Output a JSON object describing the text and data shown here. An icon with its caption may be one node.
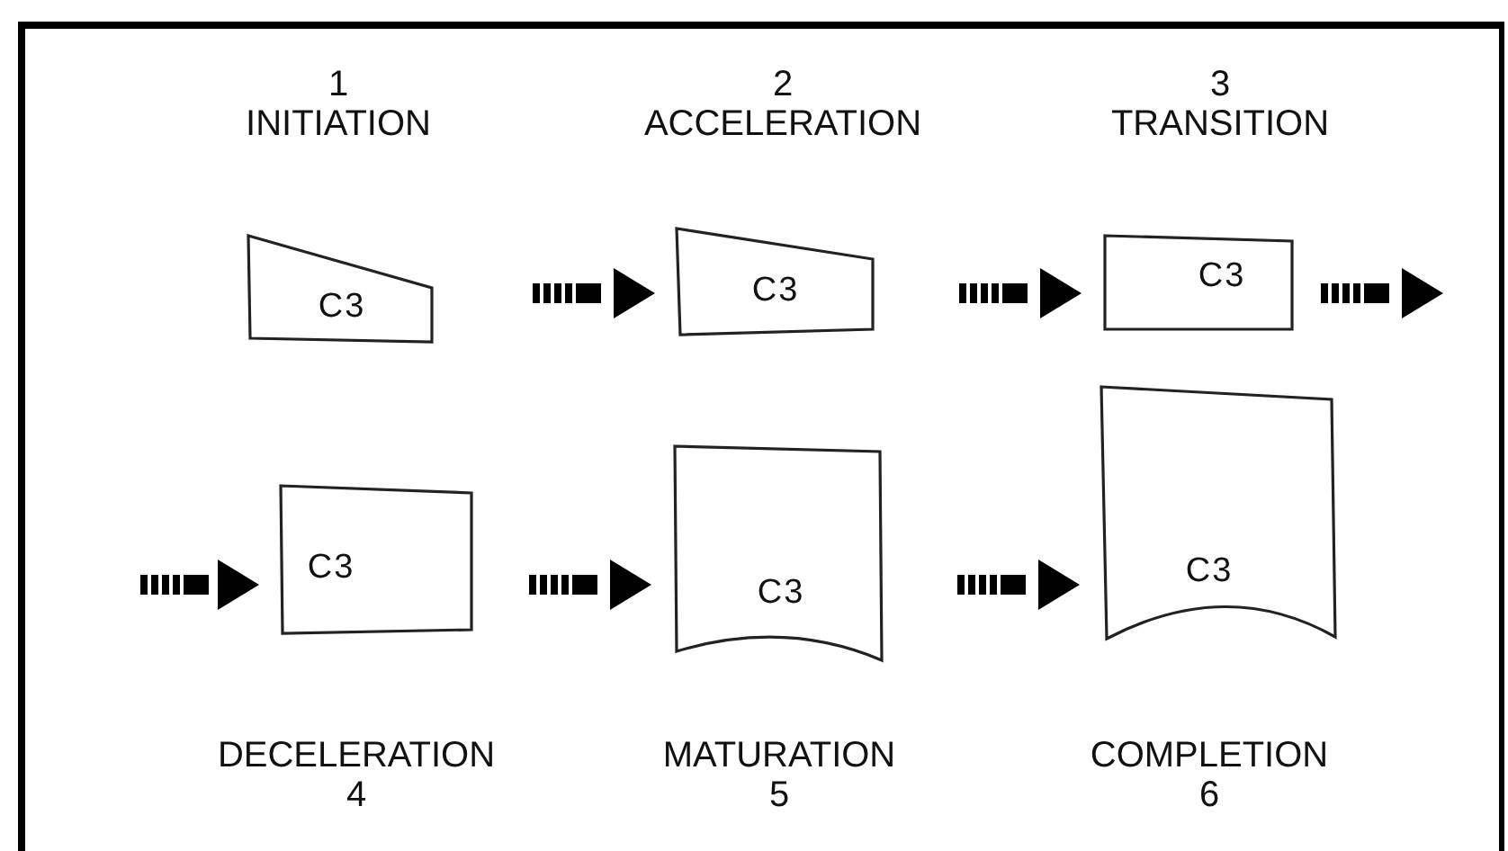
{
  "diagram": {
    "nodes": [
      {
        "text": [
          "C3"
        ],
        "beside": [
          "1",
          "INITIATION"
        ]
      },
      {
        "text": [
          "C3"
        ],
        "beside": [
          "2",
          "ACCELERATION"
        ]
      },
      {
        "text": [
          "C3"
        ],
        "beside": [
          "3",
          "TRANSITION"
        ]
      },
      {
        "text": [
          "C3"
        ],
        "beside": [
          "DECELERATION",
          "4"
        ]
      },
      {
        "text": [
          "C3"
        ],
        "beside": [
          "MATURATION",
          "5"
        ]
      },
      {
        "text": [
          "C3"
        ],
        "beside": [
          "COMPLETION",
          "6"
        ]
      }
    ],
    "edges": [
      {
        "from": 0,
        "to": 1,
        "arrow": "to"
      },
      {
        "from": 1,
        "to": 2,
        "arrow": "to"
      },
      {
        "from": 2,
        "to": null,
        "arrow": "to"
      },
      {
        "from": null,
        "to": 3,
        "arrow": "to"
      },
      {
        "from": 3,
        "to": 4,
        "arrow": "to"
      },
      {
        "from": 4,
        "to": 5,
        "arrow": "to"
      }
    ]
  }
}
